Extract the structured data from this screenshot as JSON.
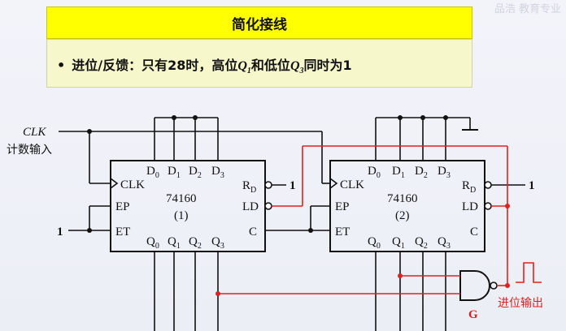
{
  "header": {
    "title": "简化接线",
    "watermark": "品浩 教育专业"
  },
  "bullet": {
    "prefix": "进位/反馈：只有28时，高位",
    "q1": "Q",
    "q1_sub": "1",
    "middle": "和低位",
    "q3": "Q",
    "q3_sub": "3",
    "suffix": "同时为1"
  },
  "diagram": {
    "clk_label": "CLK",
    "count_input_label": "计数输入",
    "one_label": "1",
    "chip1": {
      "part": "74160",
      "index": "(1)",
      "pins": {
        "clk": "CLK",
        "ep": "EP",
        "et": "ET",
        "rd": "R",
        "rd_sub": "D",
        "ld": "LD",
        "c": "C",
        "d0": "D",
        "d1": "D",
        "d2": "D",
        "d3": "D",
        "q0": "Q",
        "q1": "Q",
        "q2": "Q",
        "q3": "Q",
        "sub0": "0",
        "sub1": "1",
        "sub2": "2",
        "sub3": "3"
      },
      "rd_value": "1"
    },
    "chip2": {
      "part": "74160",
      "index": "(2)",
      "pins": {
        "clk": "CLK",
        "ep": "EP",
        "et": "ET",
        "rd": "R",
        "rd_sub": "D",
        "ld": "LD",
        "c": "C",
        "d0": "D",
        "d1": "D",
        "d2": "D",
        "d3": "D",
        "q0": "Q",
        "q1": "Q",
        "q2": "Q",
        "q3": "Q",
        "sub0": "0",
        "sub1": "1",
        "sub2": "2",
        "sub3": "3"
      },
      "rd_value": "1"
    },
    "gate_label": "G",
    "carry_out_label": "进位输出",
    "colors": {
      "wire": "#111111",
      "feedback": "#e02020",
      "label_red": "#e02020"
    }
  }
}
